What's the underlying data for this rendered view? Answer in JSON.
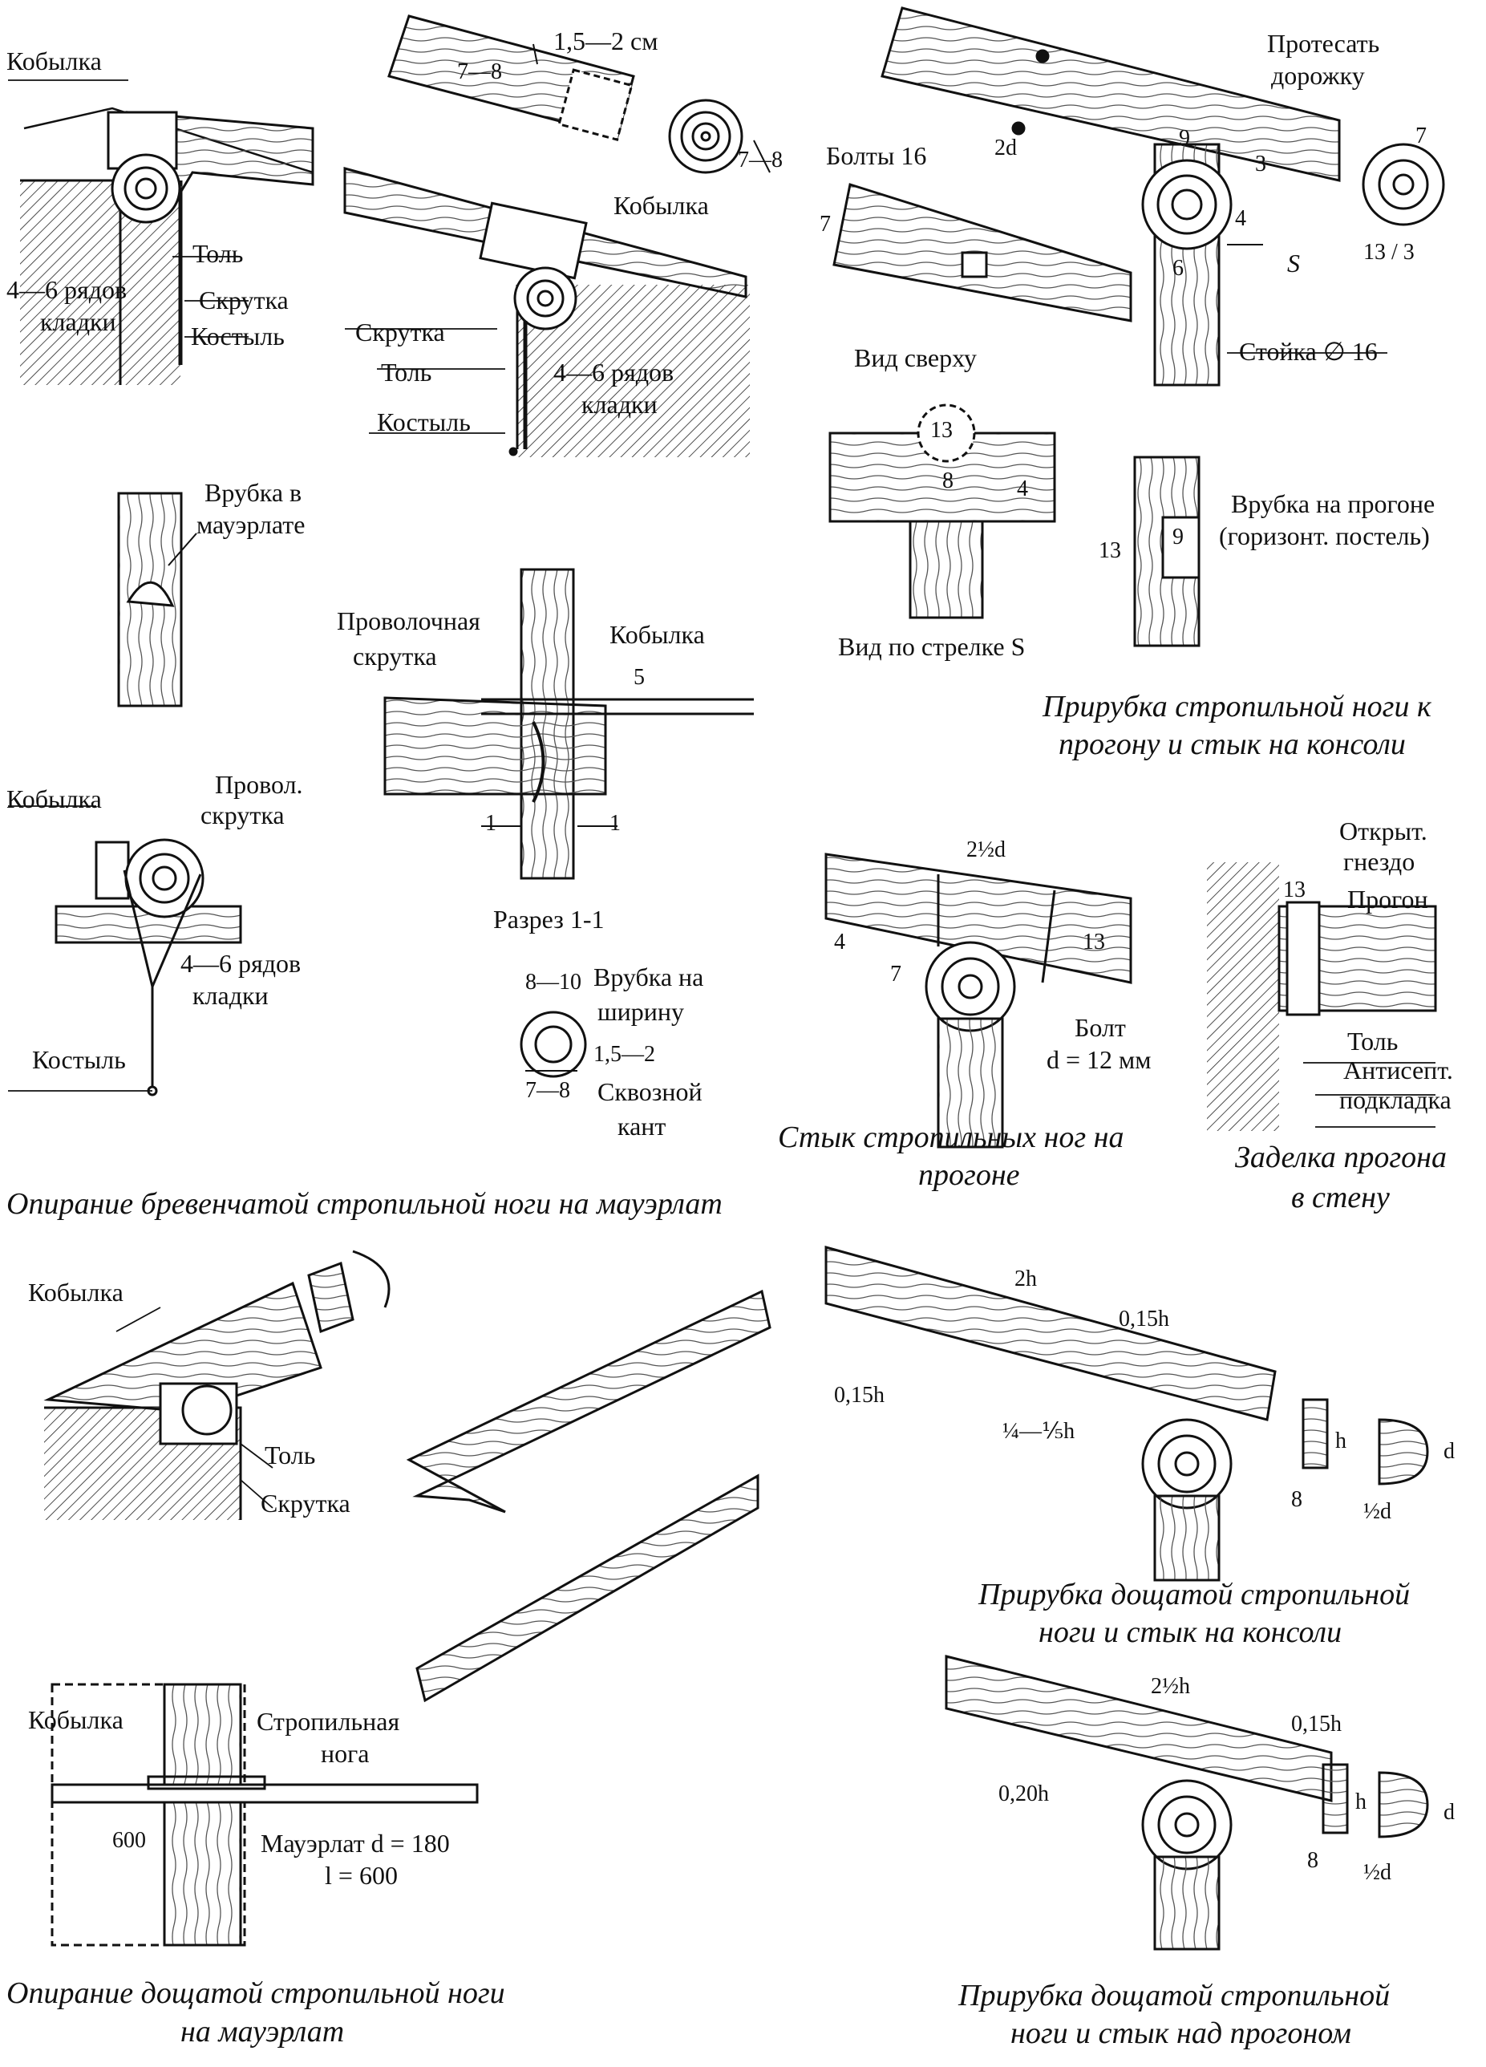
{
  "captions": {
    "log_rafter_on_mauerlat": "Опирание бревенчатой стропильной ноги на мауэрлат",
    "rafter_to_purlin_line1": "Прирубка стропильной ноги к",
    "rafter_to_purlin_line2": "прогону и стык на консоли",
    "joint_on_purlin_line1": "Стык стропильных ног на",
    "joint_on_purlin_line2": "прогоне",
    "purlin_in_wall_line1": "Заделка прогона",
    "purlin_in_wall_line2": "в стену",
    "board_notch_console_line1": "Прирубка дощатой стропильной",
    "board_notch_console_line2": "ноги и стык на консоли",
    "board_on_mauerlat_line1": "Опирание дощатой стропильной ноги",
    "board_on_mauerlat_line2": "на мауэрлат",
    "board_over_purlin_line1": "Прирубка дощатой стропильной",
    "board_over_purlin_line2": "ноги и стык над прогоном"
  },
  "labels": {
    "kobylka": "Кобылка",
    "tol": "Толь",
    "skrutka": "Скрутка",
    "kostyl": "Костыль",
    "rows_4_6": "4—6 рядов",
    "kladki": "кладки",
    "size_15_2_sm": "1,5—2 см",
    "size_7_8": "7—8",
    "vrubka_v": "Врубка в",
    "mauerlate": "мауэрлате",
    "provolochnaya": "Проволочная",
    "skrutka_lc": "скрутка",
    "num_5": "5",
    "num_1": "1",
    "razrez": "Разрез 1-1",
    "provol": "Провол.",
    "size_8_10": "8—10",
    "vrubka_na": "Врубка на",
    "shirinu": "ширину",
    "size_15_2": "1,5—2",
    "skvoznoy": "Сквозной",
    "kant": "кант",
    "protesat": "Протесать",
    "dorozhku": "дорожку",
    "bolty_16": "Болты 16",
    "dim_2d": "2d",
    "num_9": "9",
    "num_3": "3",
    "num_4": "4",
    "num_6": "6",
    "num_7": "7",
    "num_8": "8",
    "num_13": "13",
    "dim_13_3": "13 / 3",
    "arrow_s": "S",
    "vid_sverhu": "Вид сверху",
    "stoyka": "Стойка ∅ 16",
    "vid_po_strelke": "Вид по стрелке S",
    "vrubka_na_progone": "Врубка на прогоне",
    "gorizont": "(горизонт. постель)",
    "dim_2_5d": "2½d",
    "bolt": "Болт",
    "d12": "d = 12 мм",
    "otkryt": "Открыт.",
    "gnezdo": "гнездо",
    "progon": "Прогон",
    "antisept": "Антисепт.",
    "podkladka": "подкладка",
    "dim_2h": "2h",
    "dim_015h": "0,15h",
    "dim_14_15h": "¼—⅕h",
    "dim_h": "h",
    "dim_d": "d",
    "dim_half_d": "½d",
    "stropilnaya": "Стропильная",
    "noga": "нога",
    "num_600": "600",
    "mauerlat_d": "Мауэрлат d = 180",
    "l600": "l = 600",
    "dim_2_5h": "2½h",
    "dim_020h": "0,20h"
  }
}
